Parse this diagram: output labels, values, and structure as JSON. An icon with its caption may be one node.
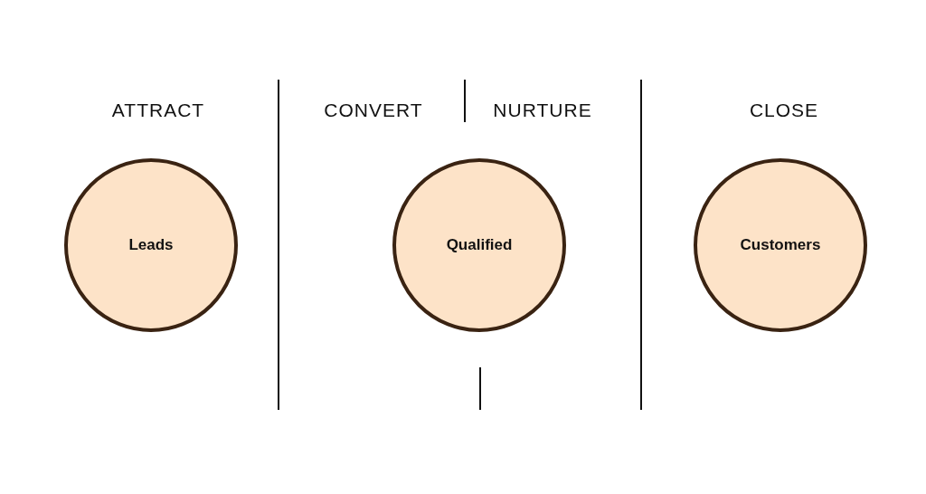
{
  "diagram": {
    "nodes": [
      {
        "text": [
          "Leads"
        ]
      },
      {
        "text": [
          "Qualified"
        ]
      },
      {
        "text": [
          "Customers"
        ]
      }
    ],
    "labels": [
      "ATTRACT",
      "CONVERT",
      "NURTURE",
      "CLOSE"
    ]
  }
}
